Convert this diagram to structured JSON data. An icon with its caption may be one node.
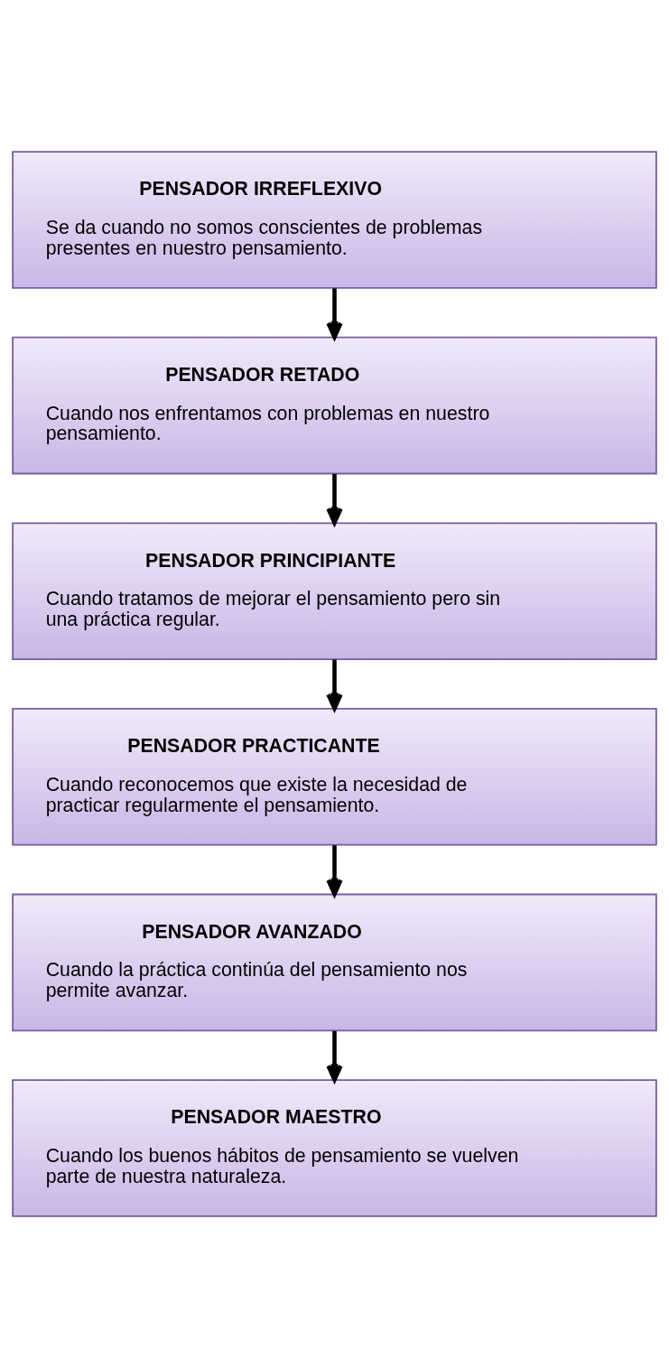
{
  "diagram": {
    "nodes": [
      {
        "text": [
          "PENSADOR IRREFLEXIVO",
          "Se da cuando no somos conscientes de problemas presentes en nuestro pensamiento."
        ]
      },
      {
        "text": [
          "PENSADOR RETADO",
          "Cuando nos enfrentamos con problemas en nuestro pensamiento."
        ]
      },
      {
        "text": [
          "PENSADOR PRINCIPIANTE",
          "Cuando tratamos de mejorar el pensamiento pero sin una práctica regular."
        ]
      },
      {
        "text": [
          "PENSADOR PRACTICANTE",
          "Cuando reconocemos que existe la necesidad de practicar regularmente el pensamiento."
        ]
      },
      {
        "text": [
          "PENSADOR AVANZADO",
          "Cuando la práctica continúa del pensamiento nos permite avanzar."
        ]
      },
      {
        "text": [
          "PENSADOR MAESTRO",
          "Cuando los buenos hábitos de pensamiento se vuelven parte de nuestra naturaleza."
        ]
      }
    ],
    "edges": [
      {
        "from": 0,
        "to": 1,
        "arrow": "to"
      },
      {
        "from": 1,
        "to": 2,
        "arrow": "to"
      },
      {
        "from": 2,
        "to": 3,
        "arrow": "to"
      },
      {
        "from": 3,
        "to": 4,
        "arrow": "to"
      },
      {
        "from": 4,
        "to": 5,
        "arrow": "to"
      }
    ]
  }
}
